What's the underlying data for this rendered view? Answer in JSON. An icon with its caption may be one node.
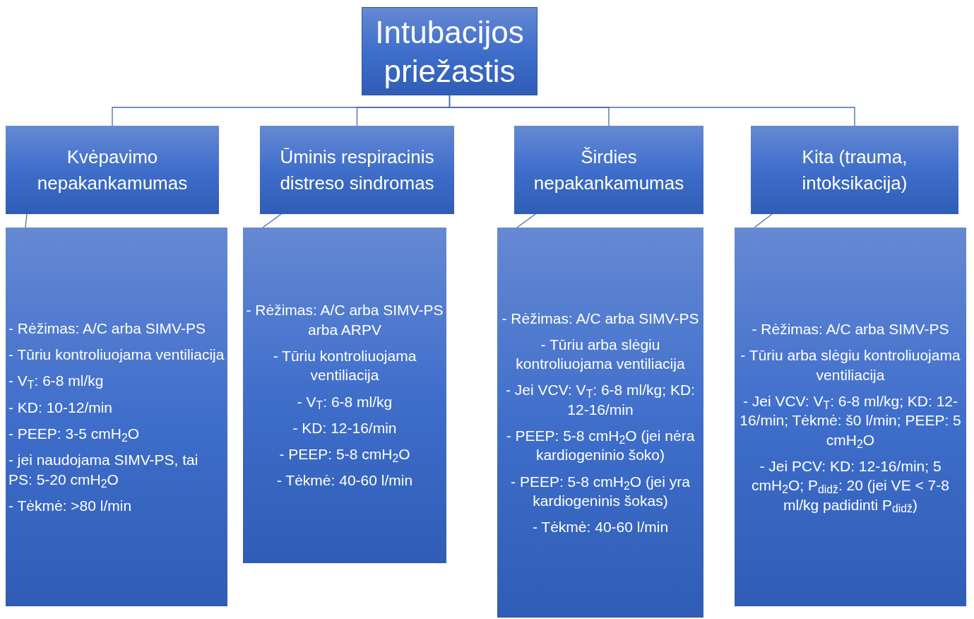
{
  "diagram": {
    "nodes": [
      {
        "text": [
          "Intubacijos priežastis"
        ]
      },
      {
        "text": [
          "Kvėpavimo nepakankamumas"
        ]
      },
      {
        "text": [
          "Ūminis respiracinis distreso sindromas"
        ]
      },
      {
        "text": [
          "Širdies nepakankamumas"
        ]
      },
      {
        "text": [
          "Kita (trauma, intoksikacija)"
        ]
      },
      {
        "text": [
          "- Rėžimas: A/C arba SIMV-PS",
          "- Tūriu kontroliuojama ventiliacija",
          "- V$_{T}$: 6-8 ml/kg",
          "- KD: 10-12/min",
          "- PEEP: 3-5 cmH$_{2}$O",
          "- jei naudojama SIMV-PS, tai PS: 5-20 cmH$_{2}$O",
          "- Tėkmė: >80 l/min"
        ]
      },
      {
        "text": [
          "- Rėžimas: A/C arba SIMV-PS arba ARPV",
          "- Tūriu kontroliuojama ventiliacija",
          "- V$_{T}$: 6-8 ml/kg",
          "- KD: 12-16/min",
          "- PEEP: 5-8 cmH$_{2}$O",
          "- Tėkmė: 40-60 l/min"
        ]
      },
      {
        "text": [
          "- Rėžimas: A/C arba SIMV-PS",
          "- Tūriu arba slėgiu kontroliuojama ventiliacija",
          "- Jei VCV: V$_{T}$: 6-8 ml/kg; KD: 12-16/min",
          "- PEEP: 5-8 cmH$_{2}$O (jei nėra kardiogeninio šoko)",
          "- PEEP: 5-8 cmH$_{2}$O (jei yra kardiogeninis šokas)",
          "- Tėkmė: 40-60 l/min"
        ]
      },
      {
        "text": [
          "- Rėžimas: A/C arba SIMV-PS",
          "- Tūriu arba slėgiu kontroliuojama ventiliacija",
          "- Jei VCV: V$_{T}$: 6-8 ml/kg; KD: 12-16/min; Tėkmė: š0 l/min; PEEP: 5 cmH$_{2}$O",
          "- Jei PCV: KD: 12-16/min; 5 cmH$_{2}$O; P$_{didž}$: 20 (jei VE < 7-8 ml/kg padidinti P$_{didž}$)"
        ]
      }
    ],
    "edges": [
      {
        "from": 0,
        "to": 1,
        "arrow": "none"
      },
      {
        "from": 0,
        "to": 2,
        "arrow": "none"
      },
      {
        "from": 0,
        "to": 3,
        "arrow": "none"
      },
      {
        "from": 0,
        "to": 4,
        "arrow": "none"
      },
      {
        "from": 1,
        "to": 5,
        "arrow": "none"
      },
      {
        "from": 2,
        "to": 6,
        "arrow": "none"
      },
      {
        "from": 3,
        "to": 7,
        "arrow": "none"
      },
      {
        "from": 4,
        "to": 8,
        "arrow": "none"
      }
    ]
  }
}
